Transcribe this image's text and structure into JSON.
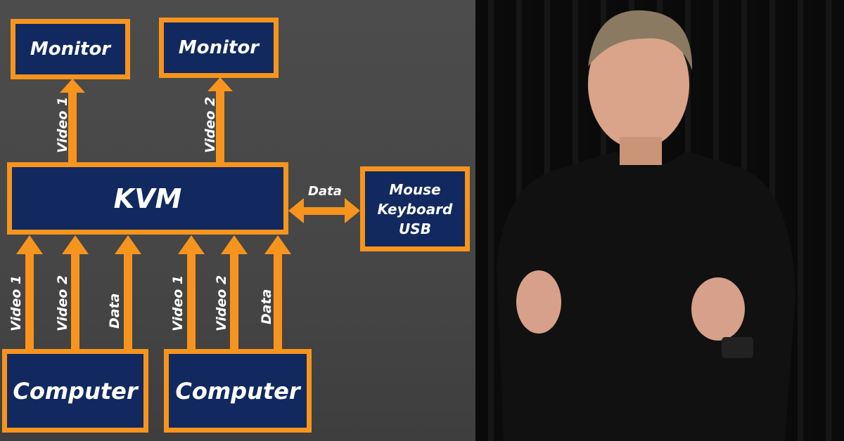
{
  "colors": {
    "box_fill": "#11295f",
    "border": "#f7941d",
    "text": "#ffffff"
  },
  "nodes": {
    "monitor_1": "Monitor",
    "monitor_2": "Monitor",
    "kvm": "KVM",
    "peripherals": [
      "Mouse",
      "Keyboard",
      "USB"
    ],
    "computer_1": "Computer",
    "computer_2": "Computer"
  },
  "edges": {
    "kvm_to_monitor_1": "Video 1",
    "kvm_to_monitor_2": "Video 2",
    "kvm_peripherals": "Data",
    "computer_1": [
      "Video 1",
      "Video 2",
      "Data"
    ],
    "computer_2": [
      "Video 1",
      "Video 2",
      "Data"
    ]
  }
}
